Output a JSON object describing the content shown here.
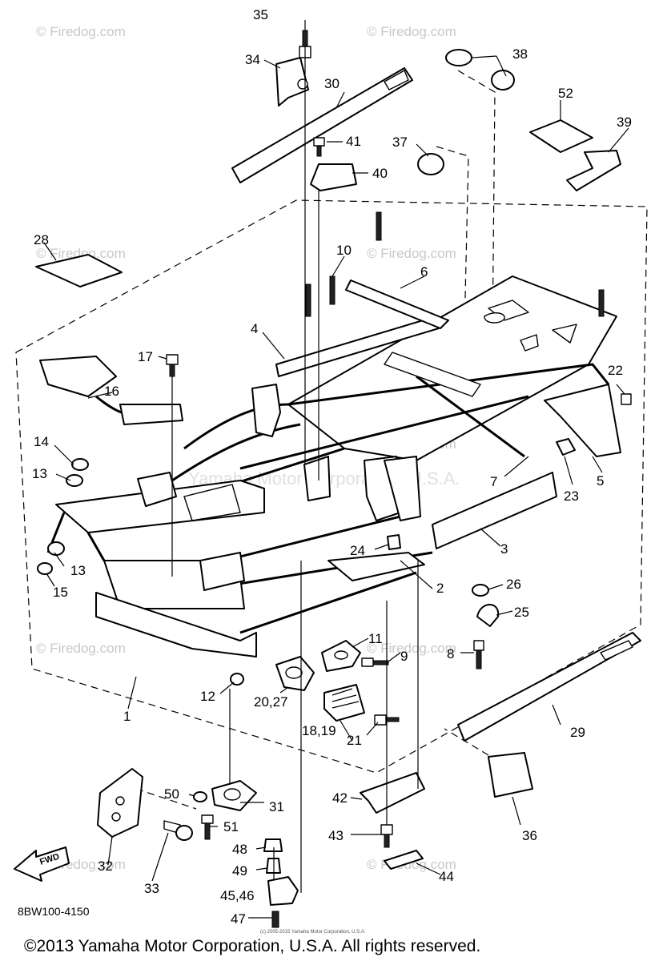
{
  "watermarks": [
    "© Firedog.com",
    "Yamaha Motor Corporation, U.S.A."
  ],
  "callouts": {
    "n1": "1",
    "n2": "2",
    "n3": "3",
    "n4": "4",
    "n5": "5",
    "n6": "6",
    "n7": "7",
    "n8": "8",
    "n9": "9",
    "n10": "10",
    "n11": "11",
    "n12": "12",
    "n13a": "13",
    "n13b": "13",
    "n14": "14",
    "n15": "15",
    "n16": "16",
    "n17": "17",
    "n18_19": "18,19",
    "n20_27": "20,27",
    "n21": "21",
    "n22": "22",
    "n23": "23",
    "n24": "24",
    "n25": "25",
    "n26": "26",
    "n28": "28",
    "n29": "29",
    "n30": "30",
    "n31": "31",
    "n32": "32",
    "n33": "33",
    "n34": "34",
    "n35": "35",
    "n36": "36",
    "n37": "37",
    "n38": "38",
    "n39": "39",
    "n40": "40",
    "n41": "41",
    "n42": "42",
    "n43": "43",
    "n44": "44",
    "n45_46": "45,46",
    "n47": "47",
    "n48": "48",
    "n49": "49",
    "n50": "50",
    "n51": "51",
    "n52": "52"
  },
  "fwd_label": "FWD",
  "diagram_code": "8BW100-4150",
  "small_copyright": "(c) 2005-2015 Yamaha Motor Corporation, U.S.A.",
  "copyright": "©2013 Yamaha Motor Corporation, U.S.A. All rights reserved."
}
